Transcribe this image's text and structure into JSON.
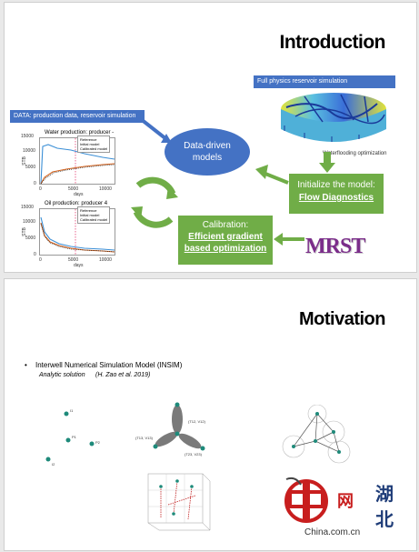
{
  "slide1": {
    "title": "Introduction",
    "data_bar": "DATA: production data, reservoir simulation",
    "simulation_bar": "Full physics reservoir simulation",
    "data_driven": "Data-driven models",
    "waterflooding": "Waterflooding optimization",
    "init_box": {
      "line1": "Initialize the model:",
      "line2": "Flow Diagnostics"
    },
    "calib_box": {
      "line1": "Calibration:",
      "line2": "Efficient gradient",
      "line3": "based optimization"
    },
    "logo": "MRST",
    "plot1": {
      "title": "Water production: producer -",
      "ylabel": "STB",
      "xlabel": "days",
      "yticks": [
        "15000",
        "10000",
        "5000",
        "0"
      ],
      "xticks": [
        "0",
        "5000",
        "10000"
      ],
      "legend": [
        "Reference",
        "Initial model",
        "Calibrated model"
      ]
    },
    "plot2": {
      "title": "Oil production: producer 4",
      "ylabel": "STB",
      "xlabel": "days",
      "yticks": [
        "15000",
        "10000",
        "5000",
        "0"
      ],
      "xticks": [
        "0",
        "5000",
        "10000"
      ],
      "legend": [
        "Reference",
        "Initial model",
        "Calibrated model"
      ]
    },
    "colors": {
      "blue": "#4472c4",
      "green": "#70ad47",
      "title": "#000000"
    }
  },
  "slide2": {
    "title": "Motivation",
    "bullet": "Interwell Numerical Simulation Model (INSIM)",
    "subtext": "Analytic solution",
    "citation": "(H. Zao et al. 2019)",
    "diagram1_labels": [
      "I1",
      "P1",
      "P2",
      "I2"
    ],
    "diagram2_labels": [
      "(T12, V12)",
      "(T13, V13)",
      "(T23, V23)"
    ],
    "watermark": {
      "site": "China.com.cn",
      "chars": [
        "湖",
        "北"
      ],
      "net": "网"
    }
  }
}
